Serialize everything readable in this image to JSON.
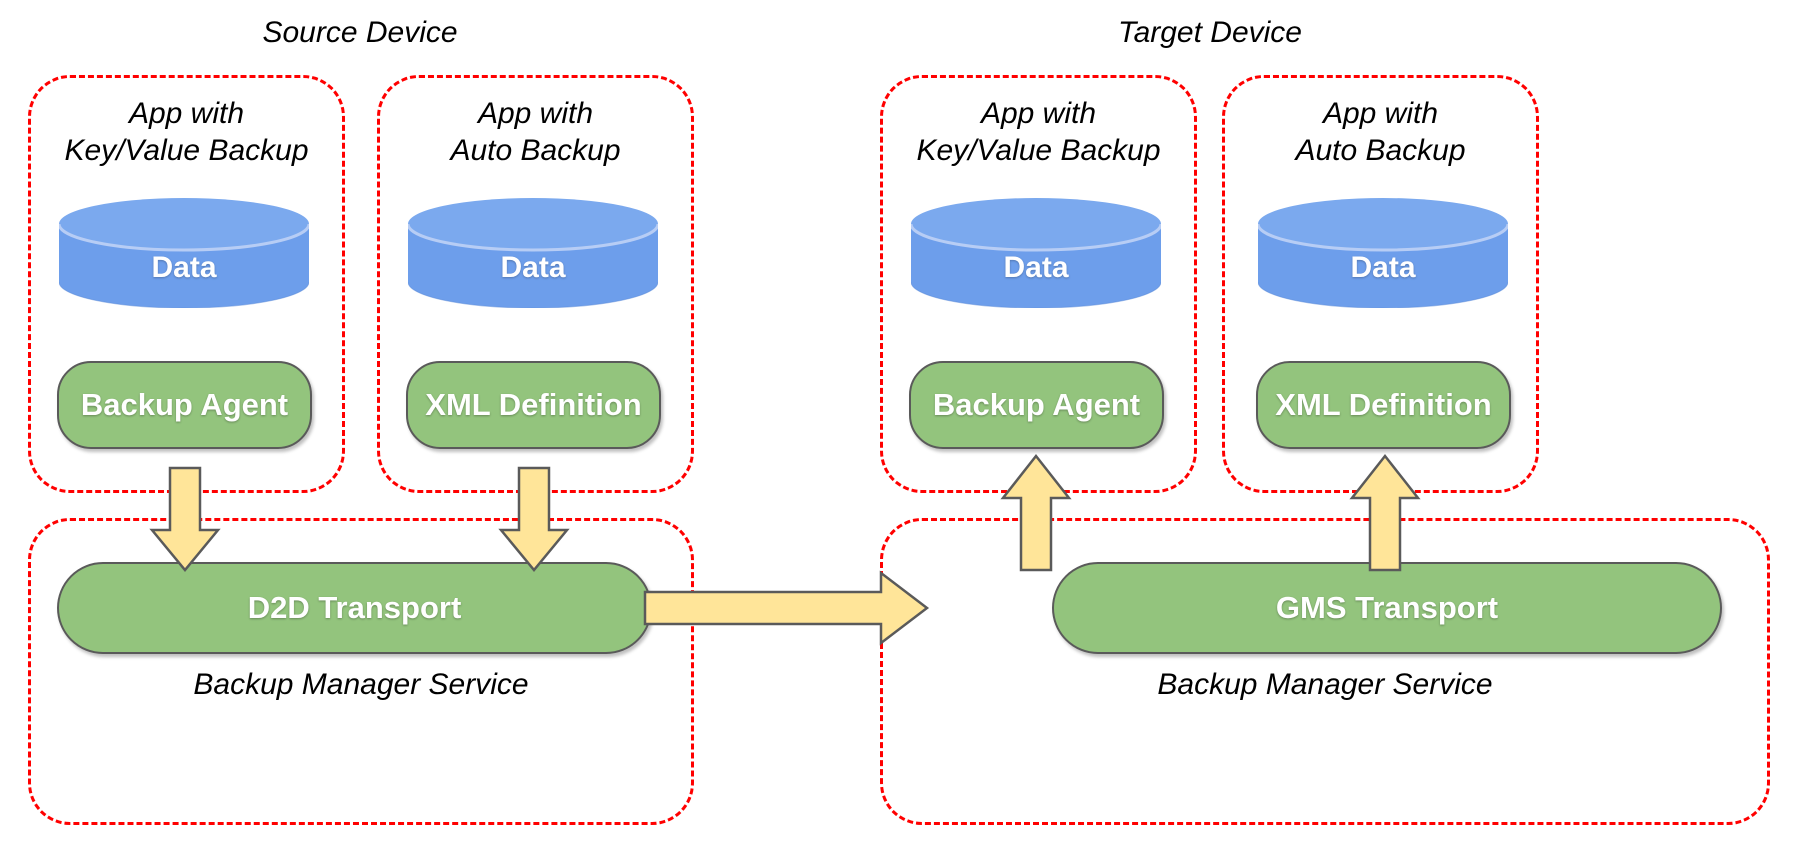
{
  "diagram": {
    "title_source": "Source Device",
    "title_target": "Target Device",
    "colors": {
      "dashed_border": "#ff0000",
      "cylinder_fill": "#6d9eeb",
      "pill_fill": "#93c47d",
      "pill_stroke": "#5a5a5a",
      "arrow_fill": "#ffe599",
      "arrow_stroke": "#5a5a5a",
      "text_on_shape": "#ffffff",
      "text_plain": "#000000",
      "background": "#ffffff"
    },
    "source_device": {
      "label": "Source Device",
      "apps": [
        {
          "label": "App with\nKey/Value Backup",
          "data_label": "Data",
          "component_label": "Backup Agent"
        },
        {
          "label": "App with\nAuto Backup",
          "data_label": "Data",
          "component_label": "XML Definition"
        }
      ],
      "service": {
        "transport_label": "D2D Transport",
        "service_label": "Backup Manager Service"
      }
    },
    "target_device": {
      "label": "Target Device",
      "apps": [
        {
          "label": "App with\nKey/Value Backup",
          "data_label": "Data",
          "component_label": "Backup Agent"
        },
        {
          "label": "App with\nAuto Backup",
          "data_label": "Data",
          "component_label": "XML Definition"
        }
      ],
      "service": {
        "transport_label": "GMS Transport",
        "service_label": "Backup Manager Service"
      }
    },
    "flows": [
      {
        "name": "backup-agent-to-d2d",
        "direction": "down"
      },
      {
        "name": "xml-definition-to-d2d",
        "direction": "down"
      },
      {
        "name": "d2d-to-gms",
        "direction": "right"
      },
      {
        "name": "gms-to-backup-agent",
        "direction": "up"
      },
      {
        "name": "gms-to-xml-definition",
        "direction": "up"
      }
    ]
  }
}
